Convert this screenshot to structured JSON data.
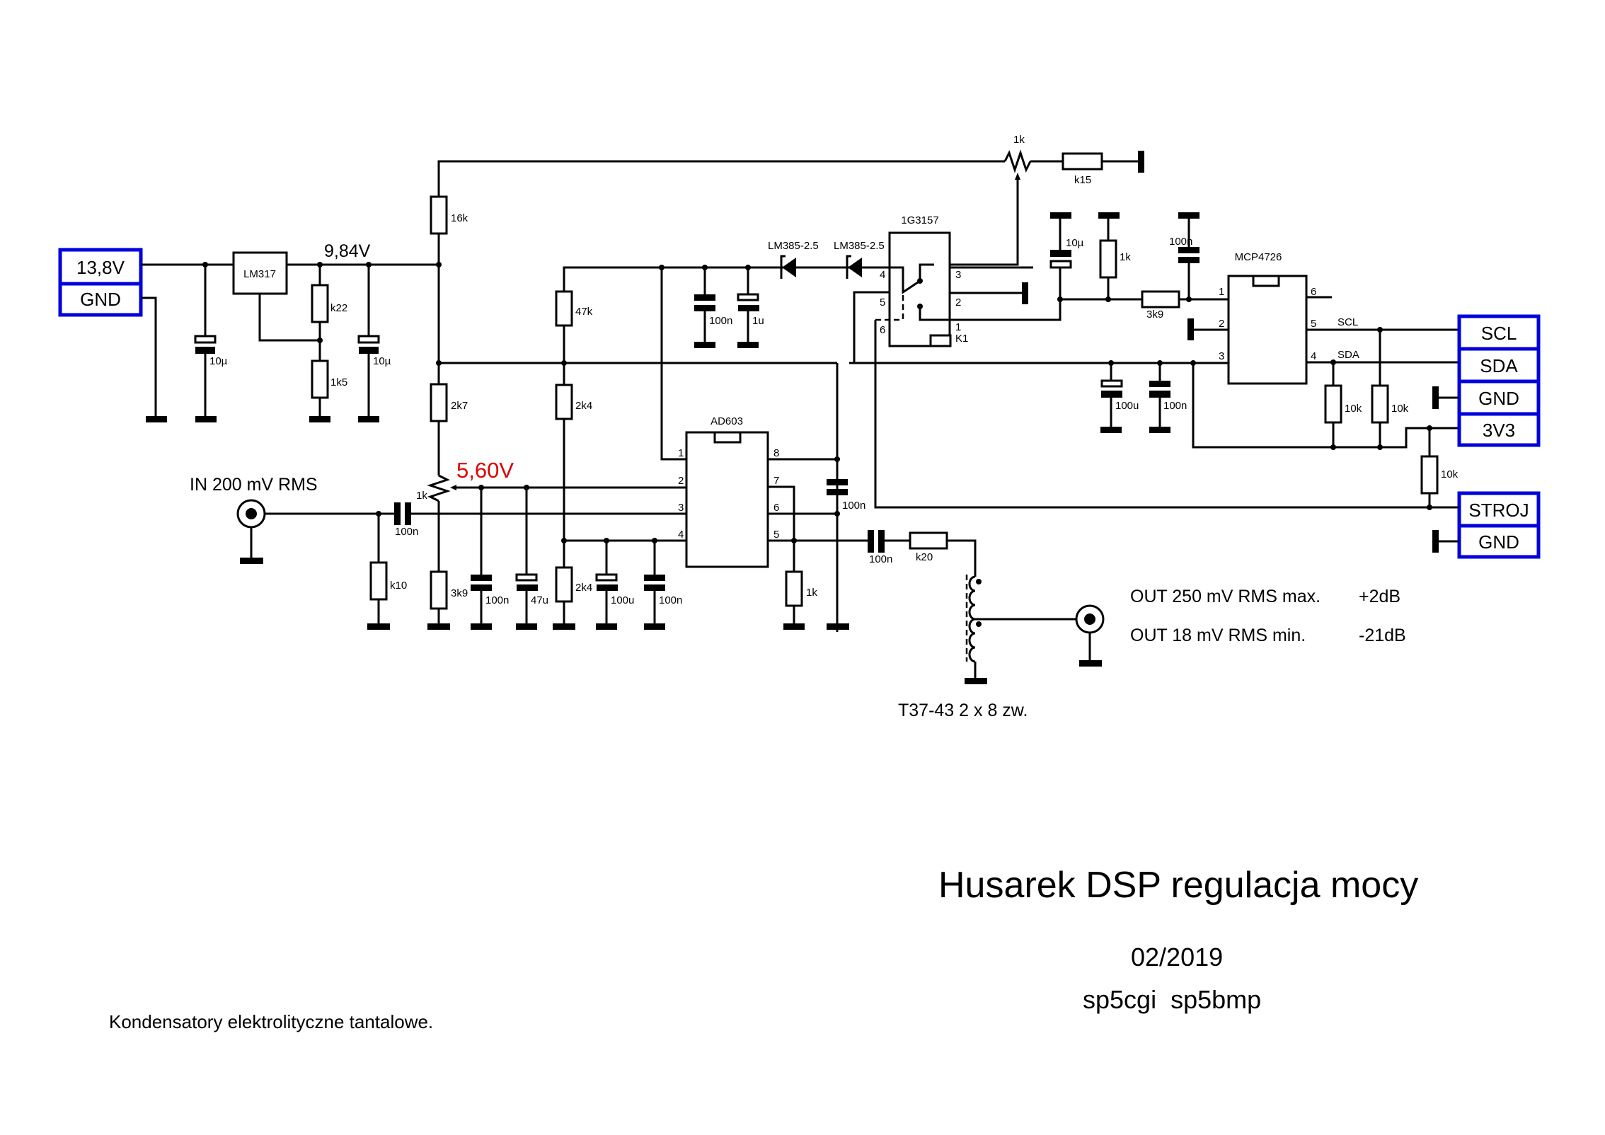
{
  "title": "Husarek DSP regulacja mocy",
  "date": "02/2019",
  "authors": "sp5cgi  sp5bmp",
  "note": "Kondensatory elektrolityczne tantalowe.",
  "colors": {
    "connector": "#0000dd",
    "voltage_annotation": "#e00000",
    "wire": "#000000"
  },
  "power_connector": {
    "pins": [
      "13,8V",
      "GND"
    ]
  },
  "i2c_connector": {
    "pins": [
      "SCL",
      "SDA",
      "GND",
      "3V3"
    ]
  },
  "control_connector": {
    "pins": [
      "STROJ",
      "GND"
    ]
  },
  "voltages": {
    "regulated": "9,84V",
    "control": "5,60V"
  },
  "input": {
    "label": "IN 200 mV RMS"
  },
  "output": {
    "lines": [
      {
        "text": "OUT 250 mV RMS max.",
        "gain": "+2dB"
      },
      {
        "text": "OUT 18 mV RMS min.",
        "gain": "-21dB"
      }
    ],
    "transformer": "T37-43 2 x 8 zw."
  },
  "ics": {
    "regulator": "LM317",
    "vga": "AD603",
    "switch": "1G3157",
    "switch_ref": "K1",
    "dac": "MCP4726",
    "ref1": "LM385-2.5",
    "ref2": "LM385-2.5"
  },
  "components": {
    "c_in_reg": "10µ",
    "r_k22": "k22",
    "r_1k5": "1k5",
    "c_out_reg": "10µ",
    "r_16k": "16k",
    "r_2k7": "2k7",
    "pot_1k": "1k",
    "r_3k9_left": "3k9",
    "c_100n_pot": "100n",
    "c_47u": "47u",
    "r_47k": "47k",
    "r_2k4_top": "2k4",
    "r_2k4_bot": "2k4",
    "c_100u_ref": "100u",
    "c_100n_ref": "100n",
    "c_100n_zener": "100n",
    "c_1u_zener": "1u",
    "c_in": "100n",
    "r_k10": "k10",
    "c_ad_sup": "100n",
    "r_1k_out": "1k",
    "c_out": "100n",
    "r_k20": "k20",
    "pot_top": "1k",
    "r_k15": "k15",
    "c_10u_dac": "10µ",
    "r_1k_dac": "1k",
    "c_100n_dac": "100n",
    "r_3k9_dac": "3k9",
    "c_100u_3v3": "100u",
    "c_100n_3v3": "100n",
    "r_10k_sda": "10k",
    "r_10k_scl": "10k",
    "r_10k_stroj": "10k"
  },
  "pins": {
    "ad603_left": [
      "1",
      "2",
      "3",
      "4"
    ],
    "ad603_right": [
      "8",
      "7",
      "6",
      "5"
    ],
    "sw_left": [
      "4",
      "5",
      "6"
    ],
    "sw_right": [
      "3",
      "2",
      "1"
    ],
    "dac_left": [
      "1",
      "2",
      "3"
    ],
    "dac_right": [
      "6",
      "5",
      "4"
    ],
    "dac_sig": [
      "SCL",
      "SDA"
    ]
  }
}
